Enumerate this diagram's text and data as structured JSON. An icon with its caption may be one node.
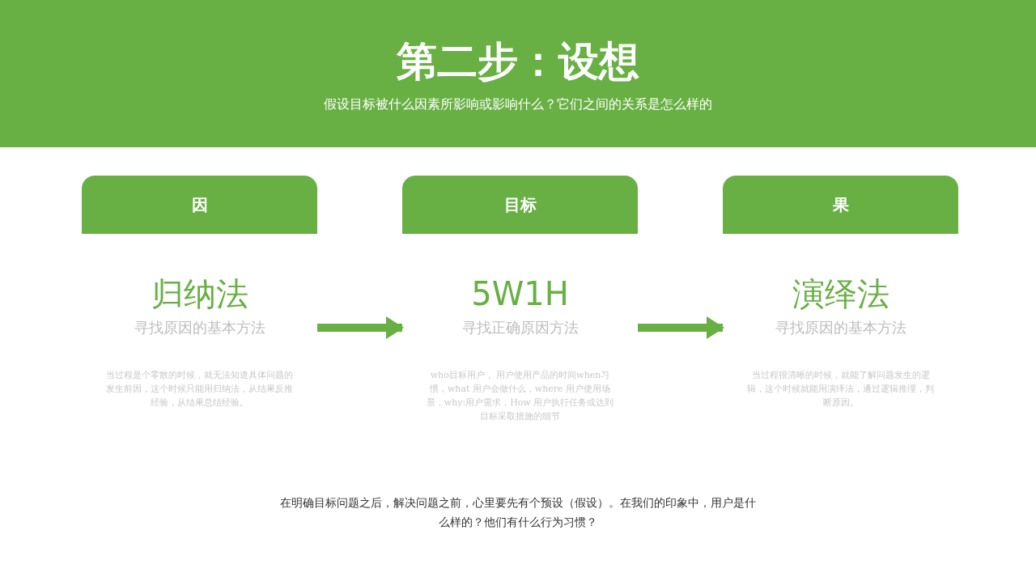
{
  "diagram": {
    "title": "第二步：设想",
    "nodes": [
      {
        "text": [
          "因"
        ]
      },
      {
        "text": [
          "目标"
        ]
      },
      {
        "text": [
          "果"
        ]
      },
      {
        "text": [
          "归纳法",
          "寻找原因的基本方法",
          "当过程是个零散的时候，就无法知道具体问题的发生前因，这个时候只能用归纳法，从结果反推经验，从结果总结经验。"
        ]
      },
      {
        "text": [
          "5W1H",
          "寻找正确原因方法",
          "who目标用户， 用户使用产品的时间when习惯，what 用户会做什么，where 用户使用场景，why:用户需求，How 用户执行任务或达到目标采取措施的细节"
        ]
      },
      {
        "text": [
          "演绎法",
          "寻找原因的基本方法",
          "当过程很清晰的时候，就能了解问题发生的逻辑，这个时候就能用演绎法，通过逻辑推理，判断原因。"
        ]
      }
    ],
    "edges": [
      {
        "from": 3,
        "to": 4,
        "arrow": "to"
      },
      {
        "from": 4,
        "to": 5,
        "arrow": "to"
      }
    ],
    "labels": [
      "假设目标被什么因素所影响或影响什么？它们之间的关系是怎么样的",
      "在明确目标问题之后，解决问题之前，心里要先有个预设（假设）。在我们的印象中，用户是什么样的？他们有什么行为习惯？"
    ]
  }
}
